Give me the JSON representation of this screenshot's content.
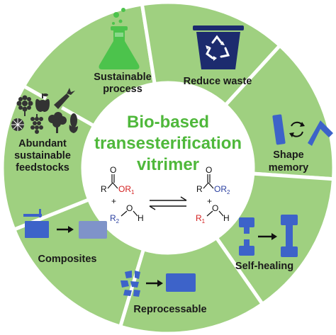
{
  "center": {
    "title_lines": [
      "Bio-based",
      "transesterification",
      "vitrimer"
    ]
  },
  "segments": [
    {
      "id": "sustainable-process",
      "label_lines": [
        "Sustainable",
        "process"
      ],
      "icon": "flask-icon"
    },
    {
      "id": "reduce-waste",
      "label_lines": [
        "Reduce waste"
      ],
      "icon": "recycle-bin-icon"
    },
    {
      "id": "shape-memory",
      "label_lines": [
        "Shape",
        "memory"
      ],
      "icon": "shape-memory-icon"
    },
    {
      "id": "self-healing",
      "label_lines": [
        "Self-healing"
      ],
      "icon": "self-healing-icon"
    },
    {
      "id": "reprocessable",
      "label_lines": [
        "Reprocessable"
      ],
      "icon": "reprocess-icon"
    },
    {
      "id": "composites",
      "label_lines": [
        "Composites"
      ],
      "icon": "composite-icon"
    },
    {
      "id": "abundant-feedstocks",
      "label_lines": [
        "Abundant",
        "sustainable",
        "feedstocks"
      ],
      "icon": "biomass-icons"
    }
  ],
  "reaction": {
    "left": {
      "ester_R": "R",
      "ester_OR": "OR",
      "ester_OR_sub": "1",
      "plus": "+",
      "alcohol_R": "R",
      "alcohol_R_sub": "2",
      "alcohol_O": "O",
      "alcohol_H": "H"
    },
    "right": {
      "ester_R": "R",
      "ester_OR": "OR",
      "ester_OR_sub": "2",
      "plus": "+",
      "alcohol_R": "R",
      "alcohol_R_sub": "1",
      "alcohol_O": "O",
      "alcohol_H": "H"
    },
    "carbonyl_O": "O"
  },
  "colors": {
    "ring_fill": "#9fd080",
    "ring_stroke": "#ffffff",
    "title_green": "#4fb83b",
    "icon_blue": "#3d63c9",
    "icon_dark": "#333333",
    "flask_green": "#4cc34c",
    "bin_navy": "#1c2b6e",
    "red_group": "#d42020",
    "blue_group": "#2a3fa0"
  }
}
